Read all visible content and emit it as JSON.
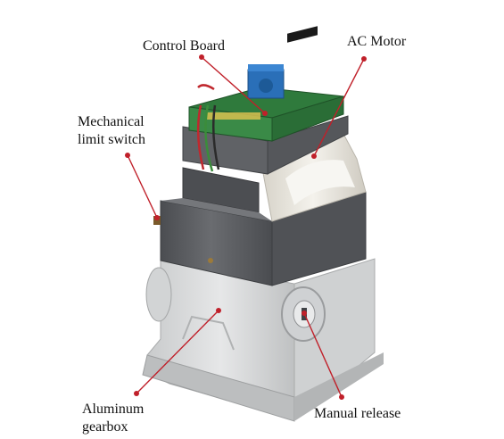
{
  "callouts": {
    "control_board": "Control Board",
    "ac_motor": "AC Motor",
    "limit_switch": [
      "Mechanical",
      "limit switch"
    ],
    "gearbox": [
      "Aluminum",
      "gearbox"
    ],
    "manual_release": "Manual release"
  },
  "colors": {
    "leader": "#c0202a",
    "housing_dark": "#5d5f63",
    "housing_light": "#d9dbdc",
    "motor_cover": "#ece9e1",
    "pcb": "#2f7a3c",
    "transformer": "#2a6fb8"
  }
}
